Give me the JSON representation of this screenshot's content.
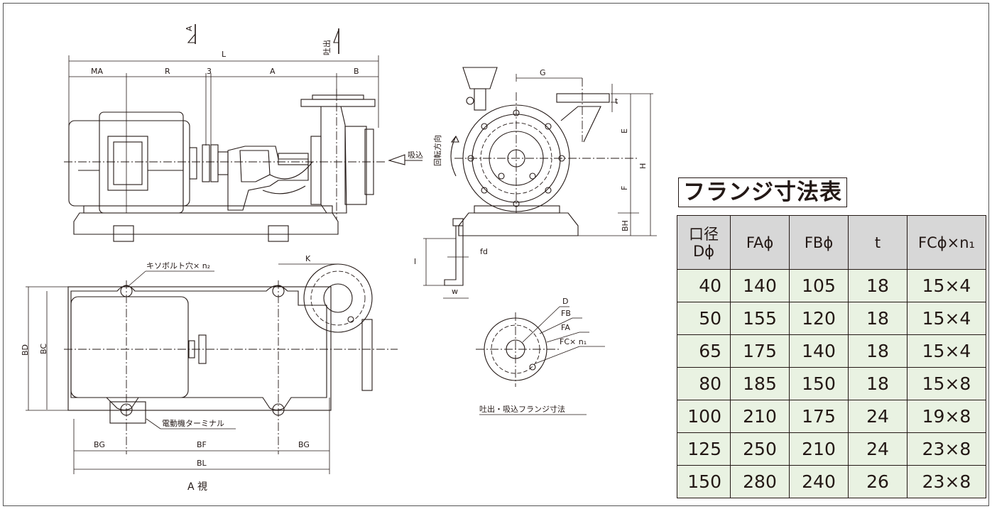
{
  "side_view": {
    "dims_top": [
      "L",
      "MA",
      "R",
      "3",
      "A",
      "B"
    ],
    "section_marker": "A",
    "discharge_label": "吐出",
    "suction_label": "吸込"
  },
  "front_view": {
    "dims": [
      "G",
      "t",
      "E",
      "F",
      "H",
      "BH"
    ],
    "rotation_label": "回転方向",
    "bolt_dims": [
      "fd",
      "l",
      "w"
    ]
  },
  "plan_view": {
    "foundation_bolt_label": "キソボルト穴× n₂",
    "terminal_label": "電動機ターミナル",
    "dims_bottom": [
      "BG",
      "BF",
      "BG",
      "BL"
    ],
    "dims_side": [
      "BD",
      "BC"
    ],
    "dim_k": "K",
    "caption": "A 視"
  },
  "flange_detail": {
    "labels": [
      "D",
      "FB",
      "FA",
      "FC× n₁"
    ],
    "caption": "吐出・吸込フランジ寸法"
  },
  "flange_table": {
    "title": "フランジ寸法表",
    "headers": [
      "口径\nDϕ",
      "FAϕ",
      "FBϕ",
      "t",
      "FCϕ×n₁"
    ],
    "rows": [
      [
        "40",
        "140",
        "105",
        "18",
        "15×4"
      ],
      [
        "50",
        "155",
        "120",
        "18",
        "15×4"
      ],
      [
        "65",
        "175",
        "140",
        "18",
        "15×4"
      ],
      [
        "80",
        "185",
        "150",
        "18",
        "15×8"
      ],
      [
        "100",
        "210",
        "175",
        "24",
        "19×8"
      ],
      [
        "125",
        "250",
        "210",
        "24",
        "23×8"
      ],
      [
        "150",
        "280",
        "240",
        "26",
        "23×8"
      ]
    ]
  }
}
